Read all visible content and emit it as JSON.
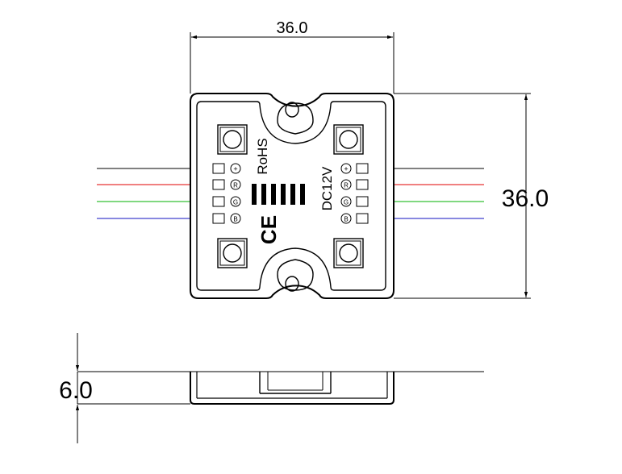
{
  "dimensions": {
    "width_label": "36.0",
    "height_label": "36.0",
    "thickness_label": "6.0"
  },
  "markings": {
    "rohs": "RoHS",
    "voltage": "DC12V",
    "ce": "CE"
  },
  "pins": {
    "left": [
      "+",
      "R",
      "G",
      "B"
    ],
    "right": [
      "+",
      "R",
      "G",
      "B"
    ]
  },
  "wires": [
    {
      "name": "positive",
      "color": "#000000"
    },
    {
      "name": "red",
      "color": "#e00000"
    },
    {
      "name": "green",
      "color": "#00b000"
    },
    {
      "name": "blue",
      "color": "#1010c0"
    }
  ]
}
